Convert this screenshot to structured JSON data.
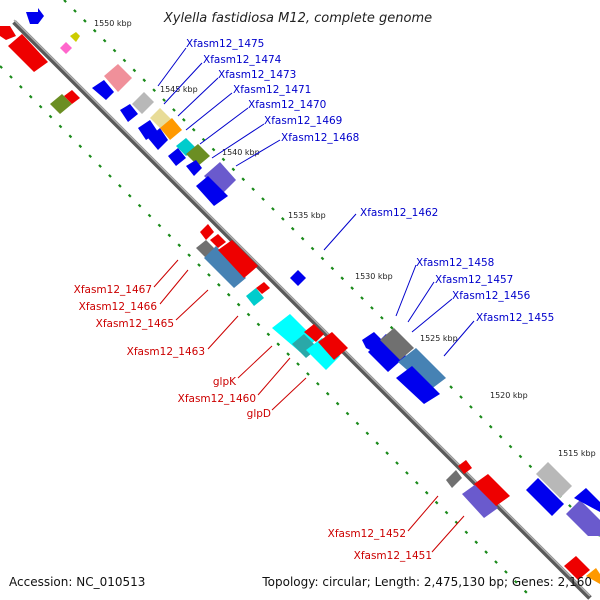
{
  "title": "Xylella fastidiosa M12, complete genome",
  "footer": {
    "accession": "Accession: NC_010513",
    "topology": "Topology: circular; Length: 2,475,130 bp; Genes: 2,160"
  },
  "ticks": [
    "1550 kbp",
    "1545 kbp",
    "1540 kbp",
    "1535 kbp",
    "1530 kbp",
    "1525 kbp",
    "1520 kbp",
    "1515 kbp"
  ],
  "colors": {
    "forward_label": "#0000cc",
    "reverse_label": "#cc0000",
    "backbone": "#808080",
    "tick": "#008800"
  },
  "genes_forward": [
    "Xfasm12_1475",
    "Xfasm12_1474",
    "Xfasm12_1473",
    "Xfasm12_1471",
    "Xfasm12_1470",
    "Xfasm12_1469",
    "Xfasm12_1468",
    "Xfasm12_1462",
    "Xfasm12_1458",
    "Xfasm12_1457",
    "Xfasm12_1456",
    "Xfasm12_1455"
  ],
  "genes_reverse": [
    "Xfasm12_1467",
    "Xfasm12_1466",
    "Xfasm12_1465",
    "Xfasm12_1463",
    "glpK",
    "Xfasm12_1460",
    "glpD",
    "Xfasm12_1452",
    "Xfasm12_1451"
  ]
}
